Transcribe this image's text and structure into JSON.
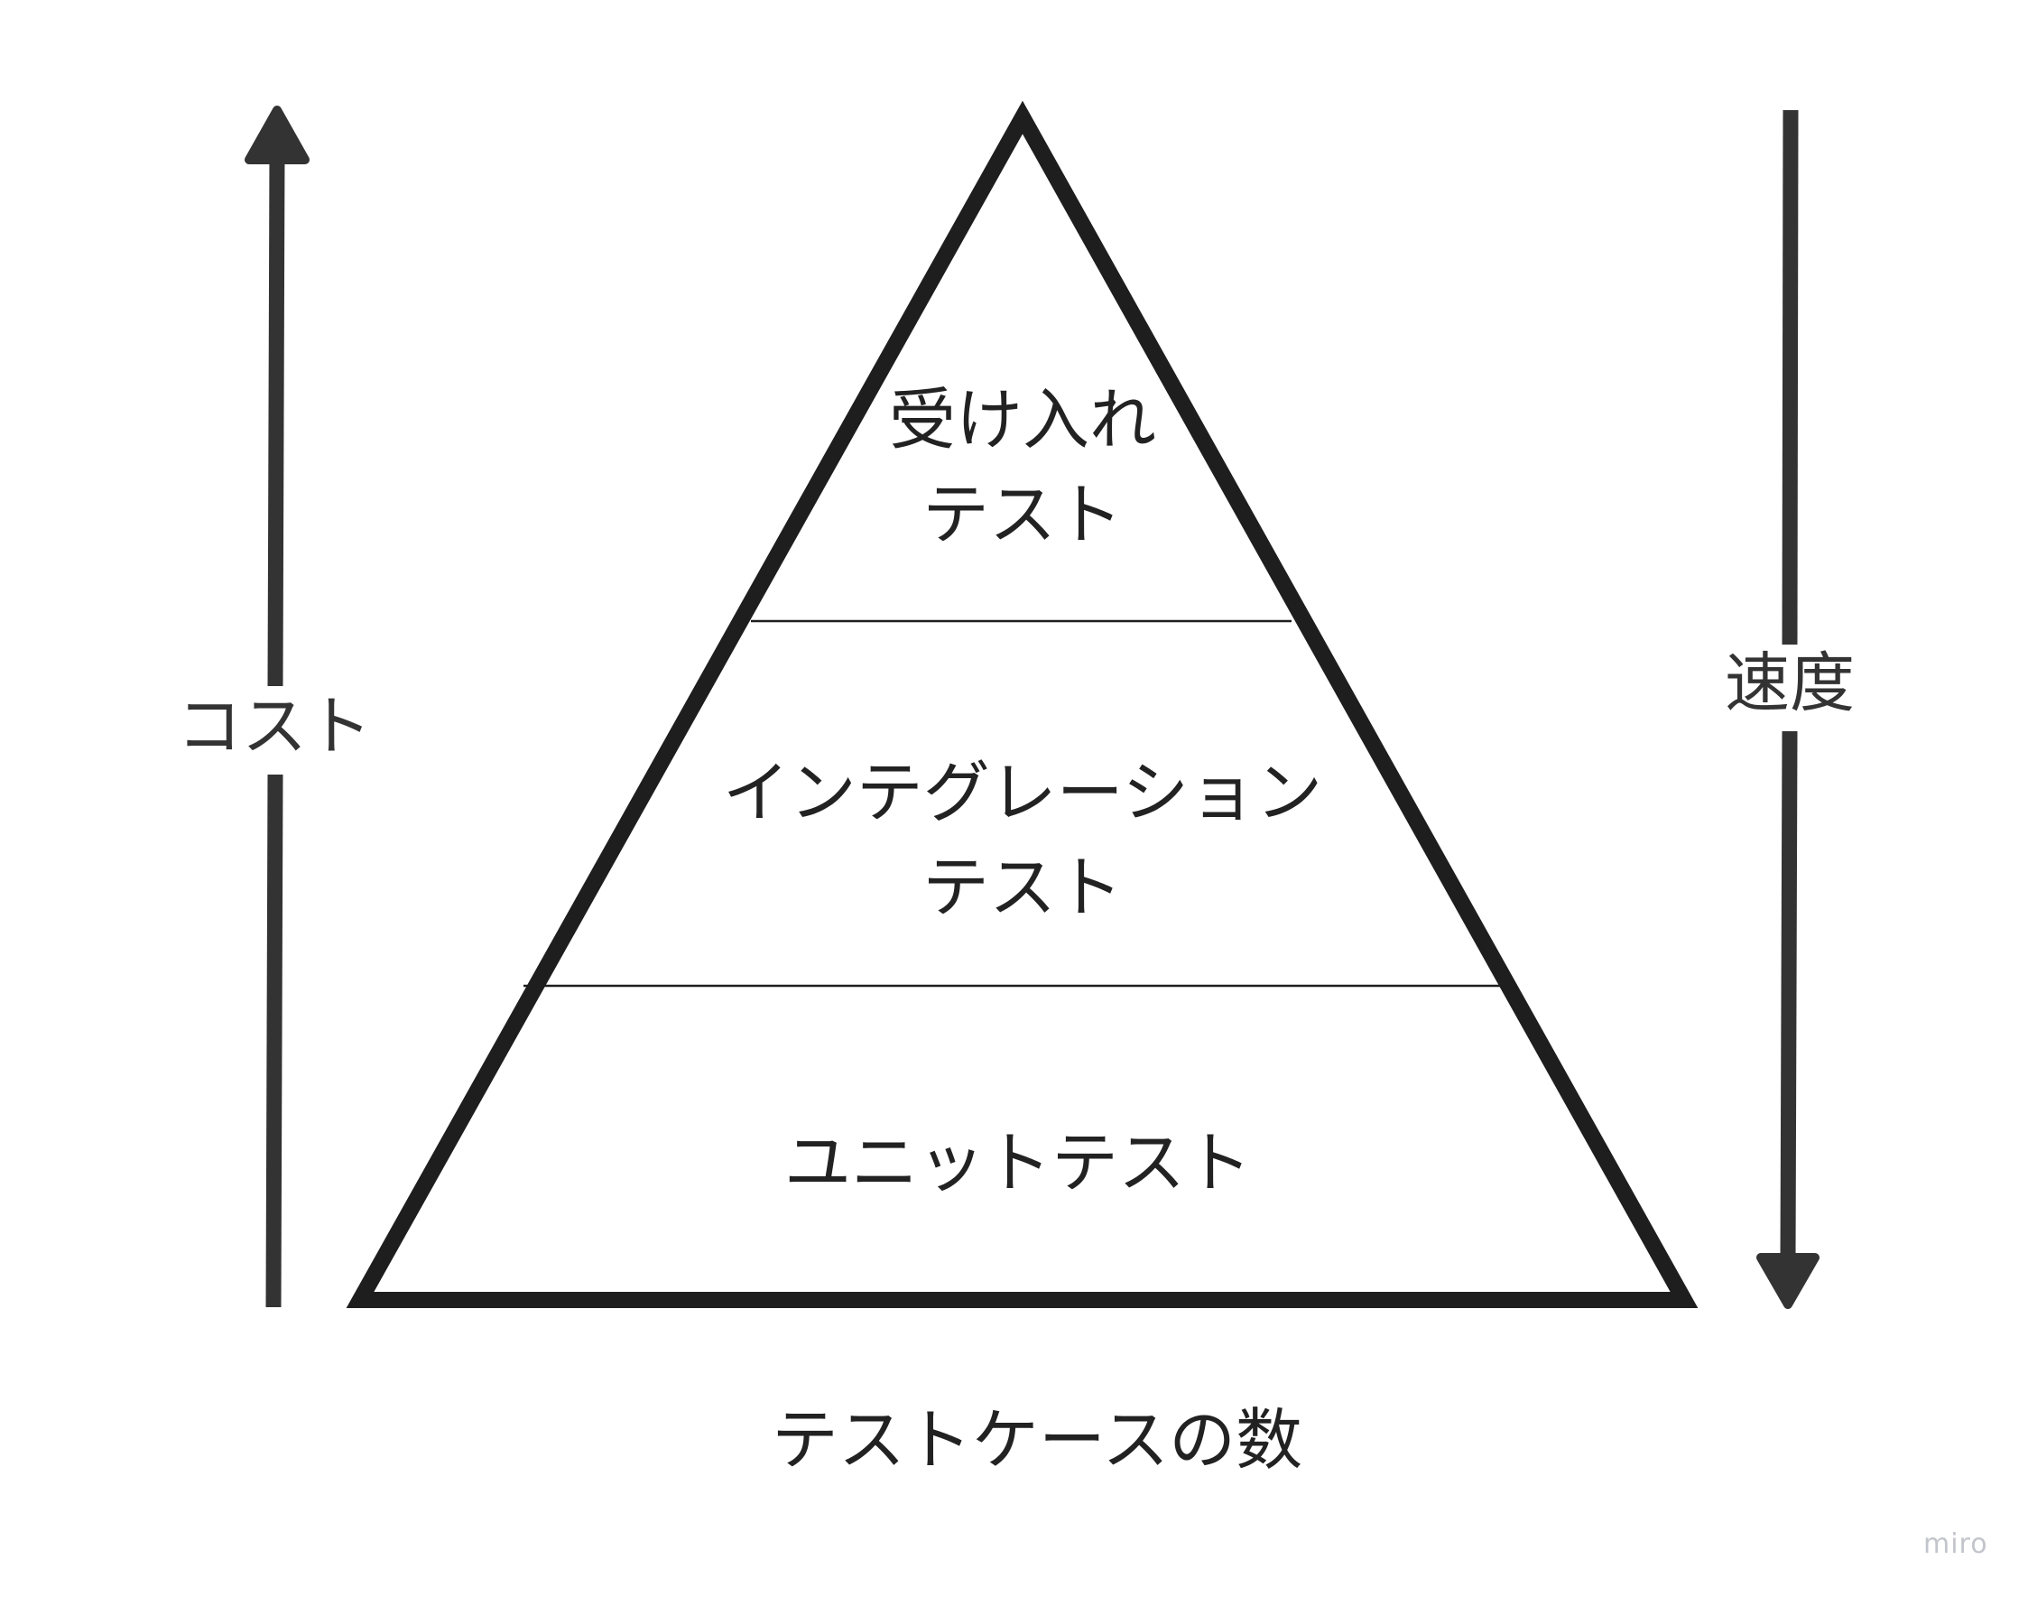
{
  "pyramid": {
    "top_label_line1": "受け入れ",
    "top_label_line2": "テスト",
    "middle_label_line1": "インテグレーション",
    "middle_label_line2": "テスト",
    "bottom_label": "ユニットテスト"
  },
  "axes": {
    "cost_label": "コスト",
    "speed_label": "速度",
    "count_label": "テストケースの数"
  },
  "watermark": "miro",
  "colors": {
    "outline": "#1e1e1e",
    "arrow": "#333333",
    "divider": "#1e1e1e",
    "text": "#222222",
    "watermark": "#c3c5cc"
  }
}
